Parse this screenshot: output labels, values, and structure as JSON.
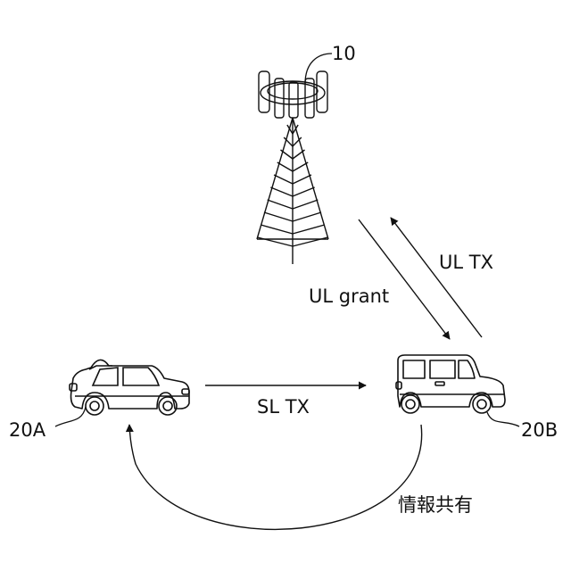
{
  "labels": {
    "base_station": "10",
    "ue_left": "20A",
    "ue_right": "20B",
    "ul_grant": "UL grant",
    "ul_tx": "UL TX",
    "sl_tx": "SL TX",
    "info_sharing": "情報共有"
  },
  "colors": {
    "stroke": "#111111",
    "background": "#ffffff"
  }
}
